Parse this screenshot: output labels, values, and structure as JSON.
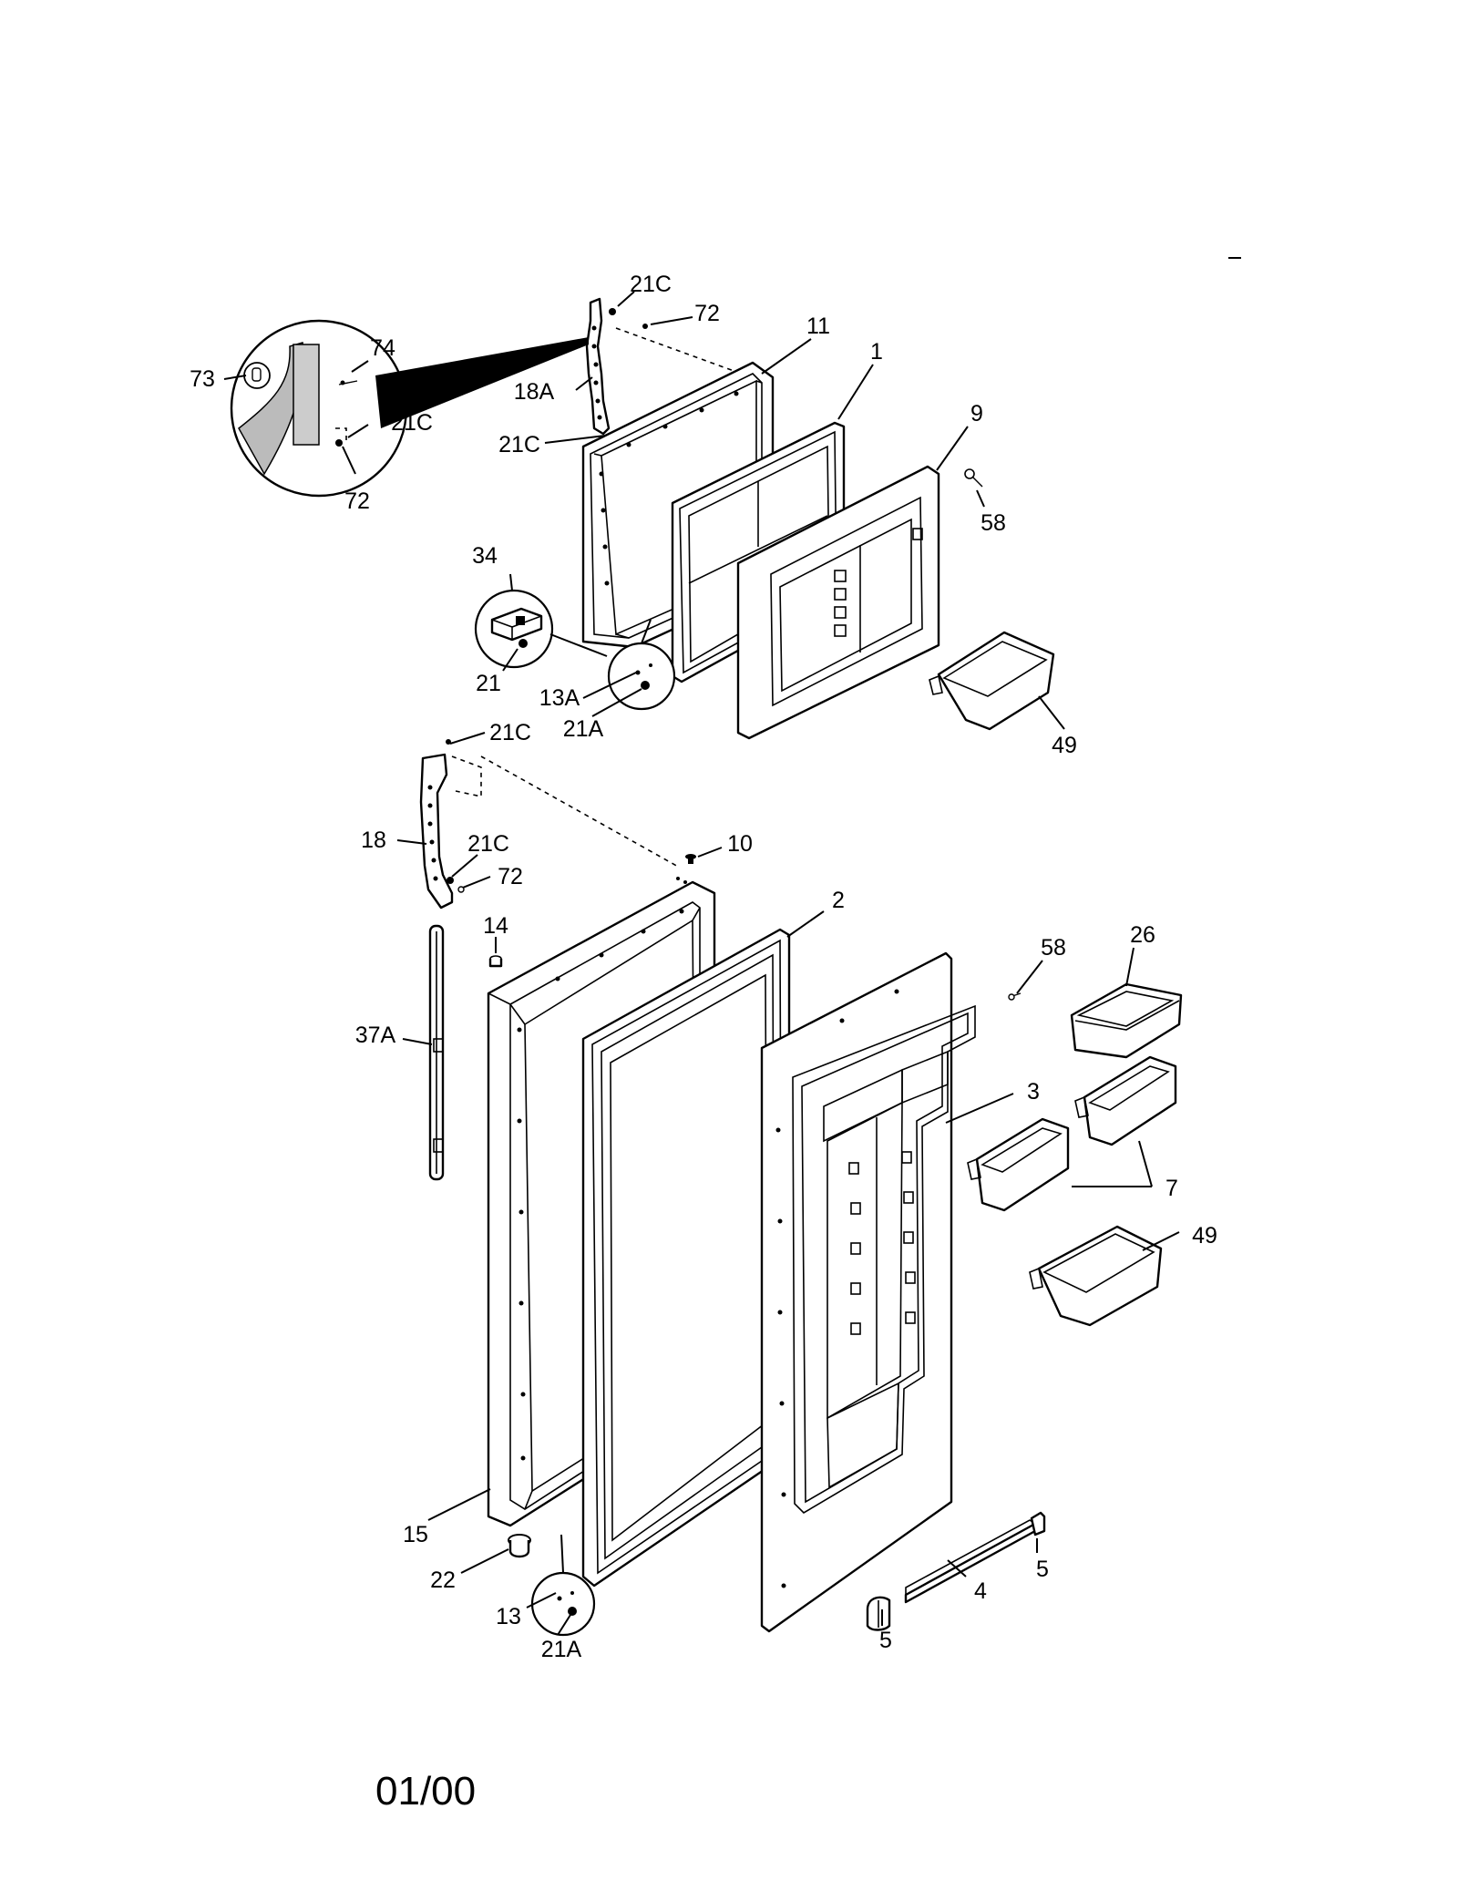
{
  "diagram": {
    "date_code": "01/00",
    "labels": {
      "l_21c_a": "21C",
      "l_72_a": "72",
      "l_11": "11",
      "l_1": "1",
      "l_74": "74",
      "l_73": "73",
      "l_18a": "18A",
      "l_21c_b": "21C",
      "l_21c_c": "21C",
      "l_72_b": "72",
      "l_9": "9",
      "l_58_a": "58",
      "l_34": "34",
      "l_21": "21",
      "l_13a": "13A",
      "l_21a_a": "21A",
      "l_49_a": "49",
      "l_21c_d": "21C",
      "l_18": "18",
      "l_21c_e": "21C",
      "l_72_c": "72",
      "l_10": "10",
      "l_2": "2",
      "l_14": "14",
      "l_58_b": "58",
      "l_26": "26",
      "l_37a": "37A",
      "l_3": "3",
      "l_7": "7",
      "l_49_b": "49",
      "l_15": "15",
      "l_5_a": "5",
      "l_4": "4",
      "l_22": "22",
      "l_13": "13",
      "l_21a_b": "21A",
      "l_5_b": "5"
    }
  }
}
